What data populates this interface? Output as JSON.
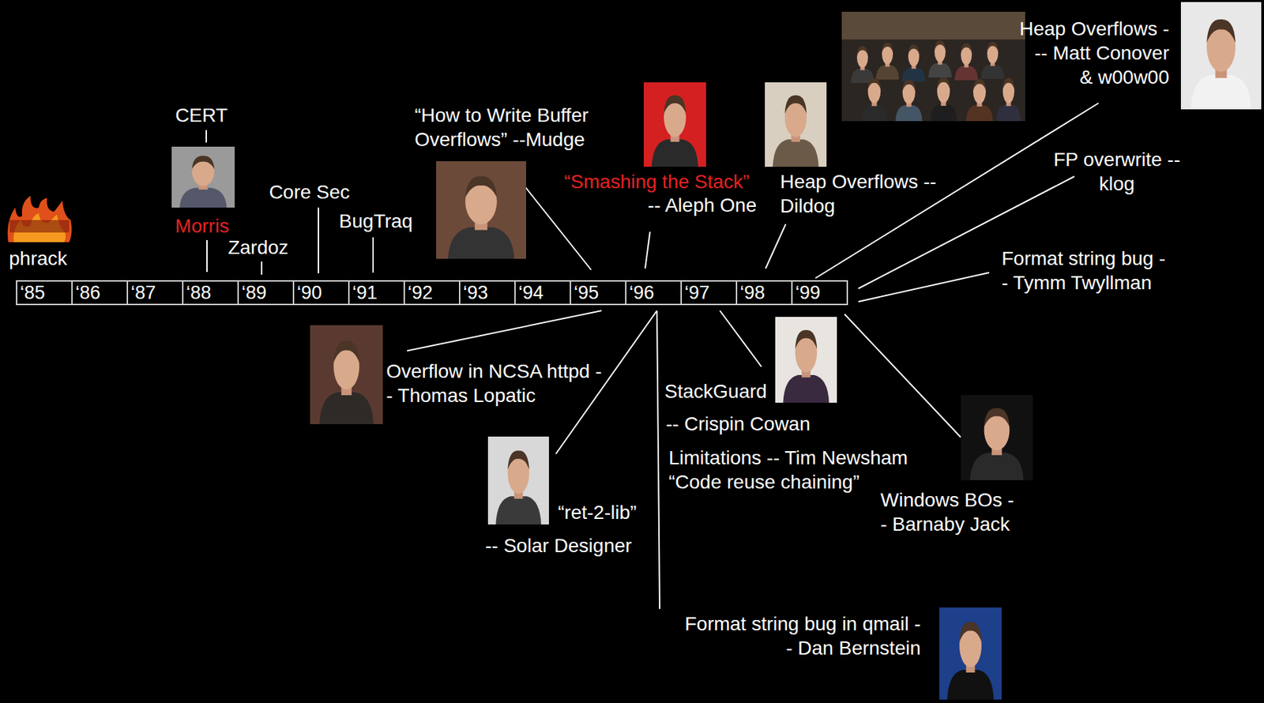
{
  "diagram": {
    "nodes": [
      {
        "text": [
          "‘85"
        ]
      },
      {
        "text": [
          "‘86"
        ]
      },
      {
        "text": [
          "‘87"
        ]
      },
      {
        "text": [
          "‘88"
        ]
      },
      {
        "text": [
          "‘89"
        ]
      },
      {
        "text": [
          "‘90"
        ]
      },
      {
        "text": [
          "‘91"
        ]
      },
      {
        "text": [
          "‘92"
        ]
      },
      {
        "text": [
          "‘93"
        ]
      },
      {
        "text": [
          "‘94"
        ]
      },
      {
        "text": [
          "‘95"
        ]
      },
      {
        "text": [
          "‘96"
        ]
      },
      {
        "text": [
          "‘97"
        ]
      },
      {
        "text": [
          "‘98"
        ]
      },
      {
        "text": [
          "‘99"
        ]
      }
    ],
    "labels": [
      "phrack",
      "CERT",
      "Morris",
      "Zardoz",
      "Core Sec",
      "BugTraq",
      "“How to Write Buffer Overflows” --Mudge",
      "“Smashing the Stack”",
      "-- Aleph One",
      "Heap Overflows -- Dildog",
      "Heap Overflows --- Matt Conover & w00w00",
      "FP overwrite --klog",
      "Format string bug -- Tymm Twyllman",
      "Overflow in NCSA httpd -- Thomas Lopatic",
      "“ret-2-lib”",
      "-- Solar Designer",
      "StackGuard",
      "-- Crispin Cowan",
      "Limitations -- Tim Newsham “Code reuse chaining”",
      "Windows BOs -- Barnaby Jack",
      "Format string bug in qmail -- Dan Bernstein"
    ]
  }
}
